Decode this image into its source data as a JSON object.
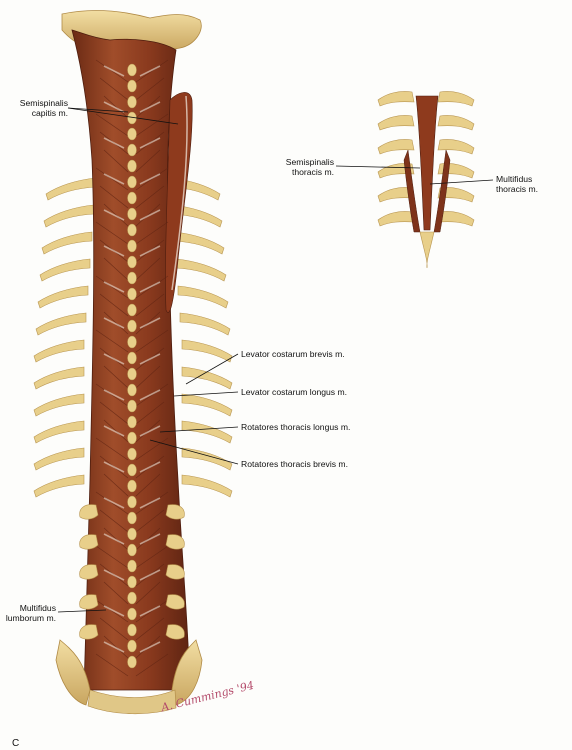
{
  "labels": {
    "semispinalis_capitis": [
      "Semispinalis",
      "capitis m."
    ],
    "semispinalis_thoracis": [
      "Semispinalis",
      "thoracis m."
    ],
    "multifidus_thoracis": [
      "Multifidus",
      "thoracis m."
    ],
    "levator_costarum_brevis": "Levator costarum brevis m.",
    "levator_costarum_longus": "Levator costarum longus m.",
    "rotatores_thoracis_longus": "Rotatores thoracis longus m.",
    "rotatores_thoracis_brevis": "Rotatores thoracis brevis m.",
    "multifidus_lumborum": [
      "Multifidus",
      "lumborum m."
    ]
  },
  "panel_letter": "C",
  "signature": "A. Cummings '94",
  "colors": {
    "muscle": "#8e3f22",
    "muscle_dark": "#5e2412",
    "bone": "#e8cf8a",
    "bone_shadow": "#b89550",
    "tendon": "#f3ece2"
  }
}
